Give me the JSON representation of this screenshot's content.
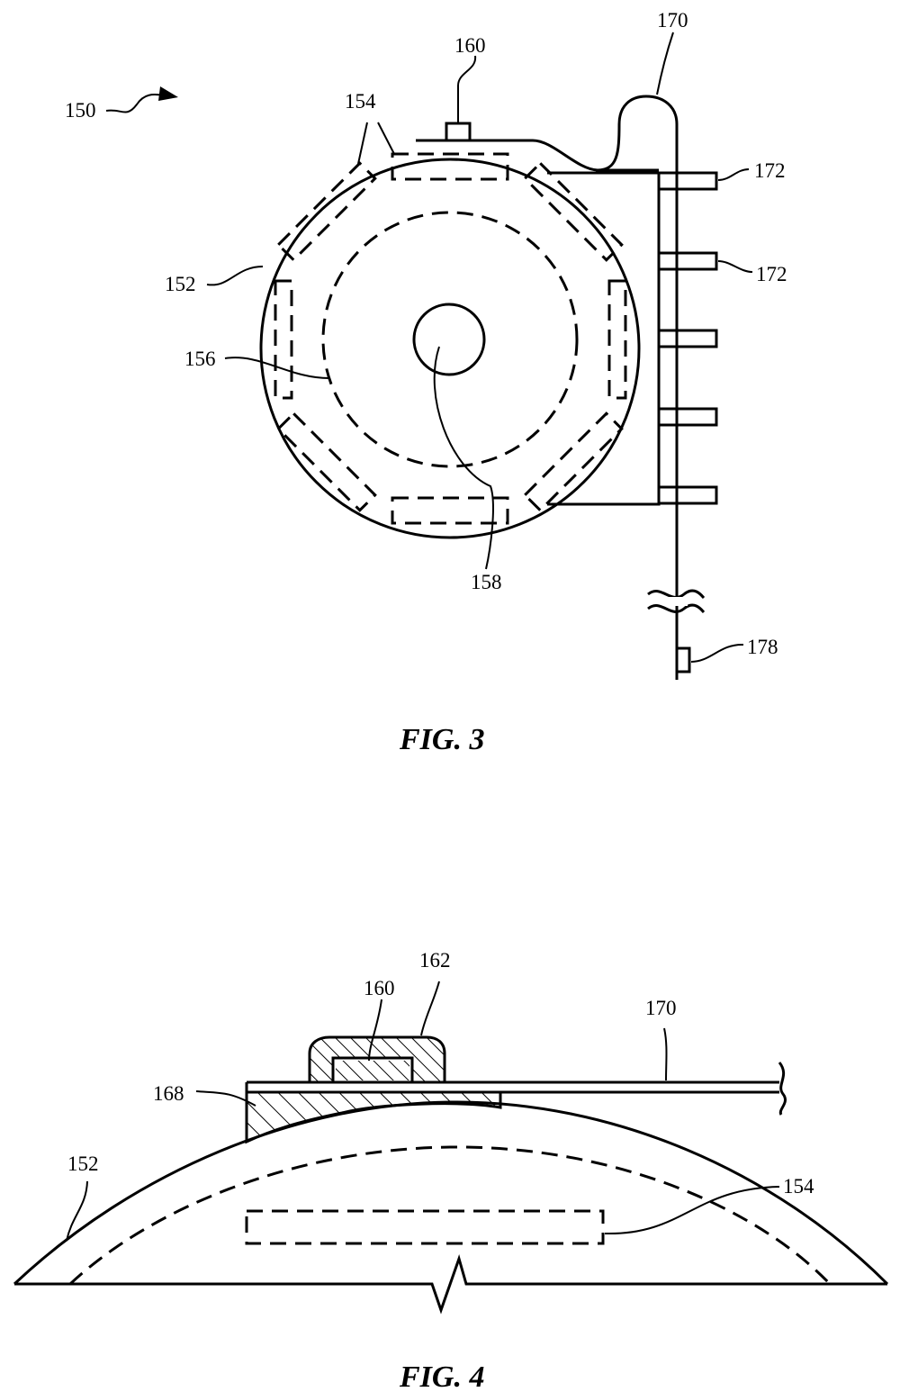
{
  "fig3": {
    "caption": "FIG. 3",
    "refs": {
      "r150": "150",
      "r154": "154",
      "r160": "160",
      "r170": "170",
      "r172a": "172",
      "r172b": "172",
      "r152": "152",
      "r156": "156",
      "r158": "158",
      "r178": "178"
    }
  },
  "fig4": {
    "caption": "FIG. 4",
    "refs": {
      "r162": "162",
      "r160": "160",
      "r170": "170",
      "r168": "168",
      "r152": "152",
      "r154": "154"
    }
  }
}
